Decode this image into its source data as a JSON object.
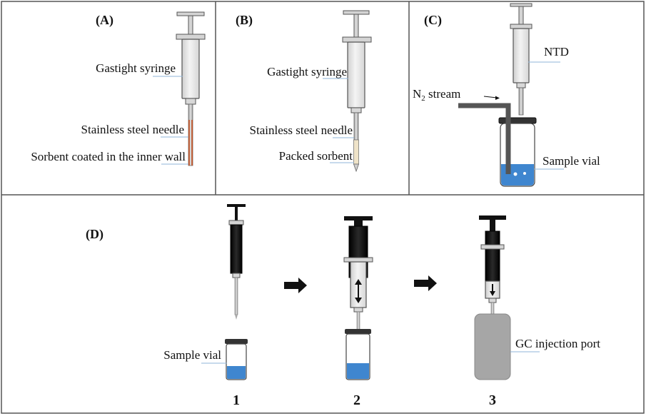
{
  "panels": {
    "a": {
      "heading": "(A)",
      "labels": [
        "Gastight syringe",
        "Stainless steel needle",
        "Sorbent coated in the inner wall"
      ]
    },
    "b": {
      "heading": "(B)",
      "labels": [
        "Gastight syringe",
        "Stainless steel needle",
        "Packed sorbent"
      ]
    },
    "c": {
      "heading": "(C)",
      "ntd_label": "NTD",
      "n2_main": "N",
      "n2_sub": "2",
      "n2_rest": " stream",
      "vial_label": "Sample vial"
    },
    "d": {
      "heading": "(D)",
      "vial_label": "Sample vial",
      "port_label": "GC injection port",
      "steps": [
        "1",
        "2",
        "3"
      ]
    }
  },
  "colors": {
    "border": "#555555",
    "syringe_light": "#e6e6e6",
    "syringe_dark": "#111111",
    "liquid": "#3f86cf",
    "sorbent": "#c0562b",
    "gc_port": "#a6a6a6",
    "leader": "#8fb5d9"
  }
}
